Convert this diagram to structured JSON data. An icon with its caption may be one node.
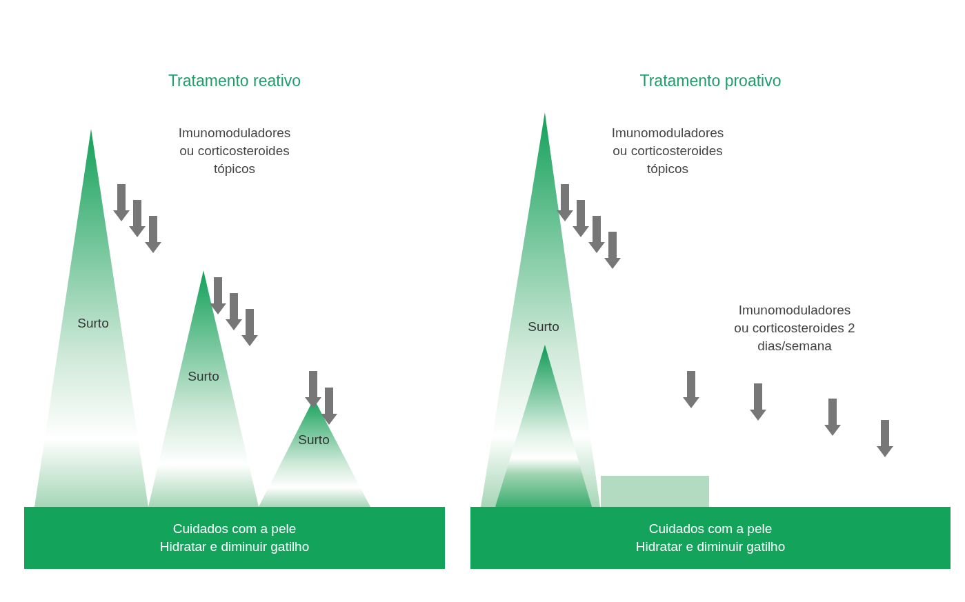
{
  "diagram": {
    "nodes": [
      {
        "text": [
          "Surto"
        ]
      },
      {
        "text": [
          "Surto"
        ]
      },
      {
        "text": [
          "Surto"
        ]
      },
      {
        "text": [
          "Cuidados com a pele",
          "Hidratar e diminuir gatilho"
        ]
      },
      {
        "text": [
          "Surto"
        ]
      },
      {
        "text": [],
        "shape": "triangle",
        "in": 4
      },
      {
        "text": [],
        "shape": "box"
      },
      {
        "text": [
          "Cuidados com a pele",
          "Hidratar e diminuir gatilho"
        ]
      }
    ],
    "labels": [
      "Tratamento reativo",
      "Imunomoduladores ou corticosteroides tópicos",
      "Tratamento proativo",
      "Imunomoduladores ou corticosteroides tópicos",
      "Imunomoduladores ou corticosteroides 2 dias/semana"
    ]
  }
}
